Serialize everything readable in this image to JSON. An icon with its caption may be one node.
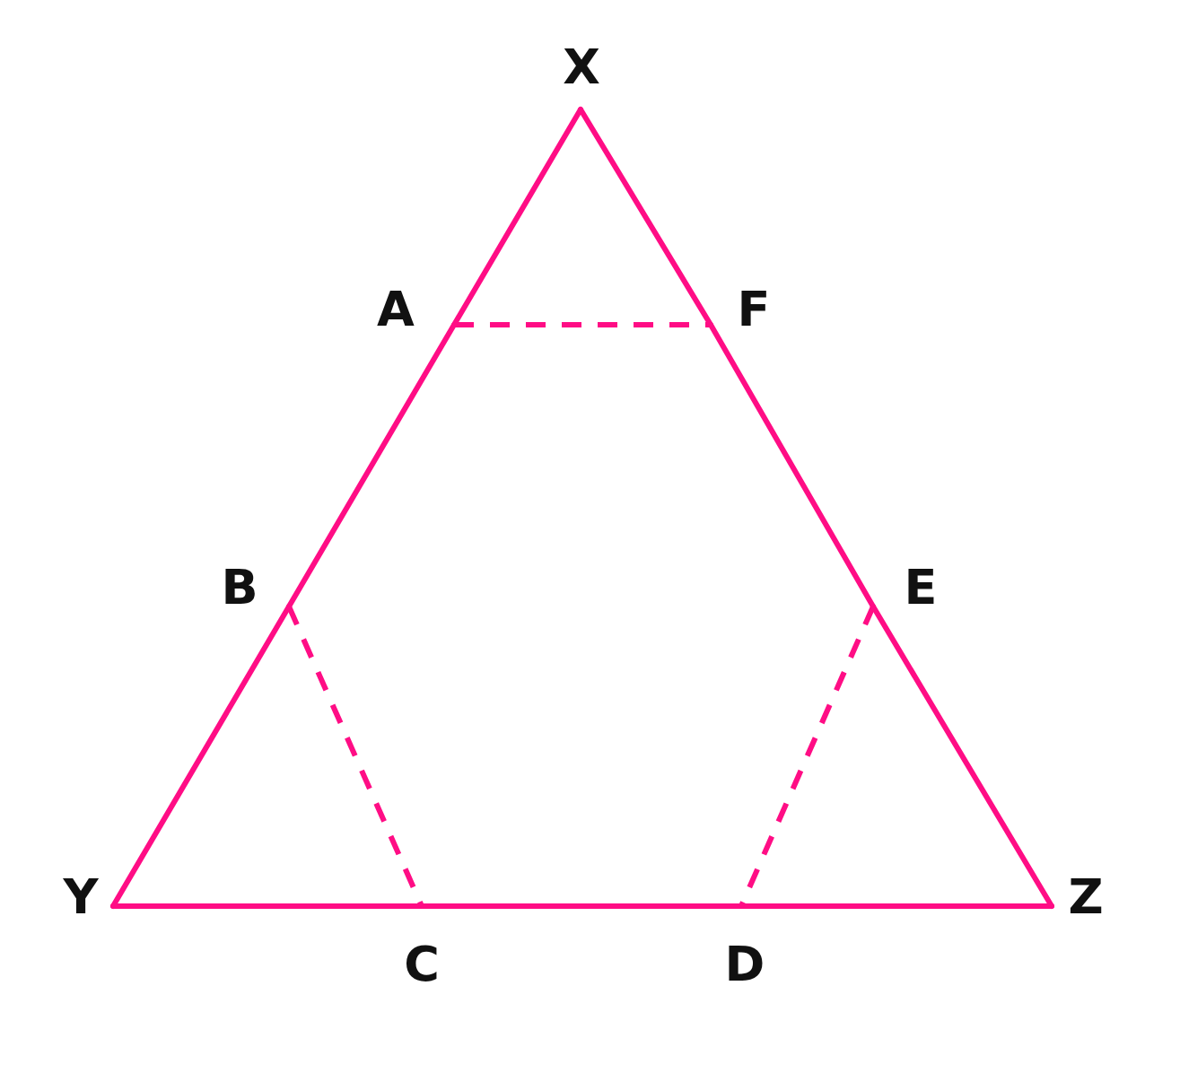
{
  "diagram": {
    "nodes": [
      {
        "text": [
          "X"
        ]
      },
      {
        "text": [
          "A"
        ]
      },
      {
        "text": [
          "F"
        ]
      },
      {
        "text": [
          "B"
        ]
      },
      {
        "text": [
          "E"
        ]
      },
      {
        "text": [
          "Y"
        ]
      },
      {
        "text": [
          "Z"
        ]
      },
      {
        "text": [
          "C"
        ]
      },
      {
        "text": [
          "D"
        ]
      }
    ],
    "edges": [
      {
        "from": 0,
        "to": 1,
        "arrow": "none"
      },
      {
        "from": 1,
        "to": 3,
        "arrow": "none"
      },
      {
        "from": 3,
        "to": 5,
        "arrow": "none"
      },
      {
        "from": 5,
        "to": 7,
        "arrow": "none"
      },
      {
        "from": 7,
        "to": 8,
        "arrow": "none"
      },
      {
        "from": 8,
        "to": 6,
        "arrow": "none"
      },
      {
        "from": 6,
        "to": 4,
        "arrow": "none"
      },
      {
        "from": 4,
        "to": 2,
        "arrow": "none"
      },
      {
        "from": 2,
        "to": 0,
        "arrow": "none"
      },
      {
        "from": 1,
        "to": 2,
        "arrow": "none",
        "style": "dashed"
      },
      {
        "from": 3,
        "to": 7,
        "arrow": "none",
        "style": "dashed"
      },
      {
        "from": 4,
        "to": 8,
        "arrow": "none",
        "style": "dashed"
      }
    ]
  }
}
